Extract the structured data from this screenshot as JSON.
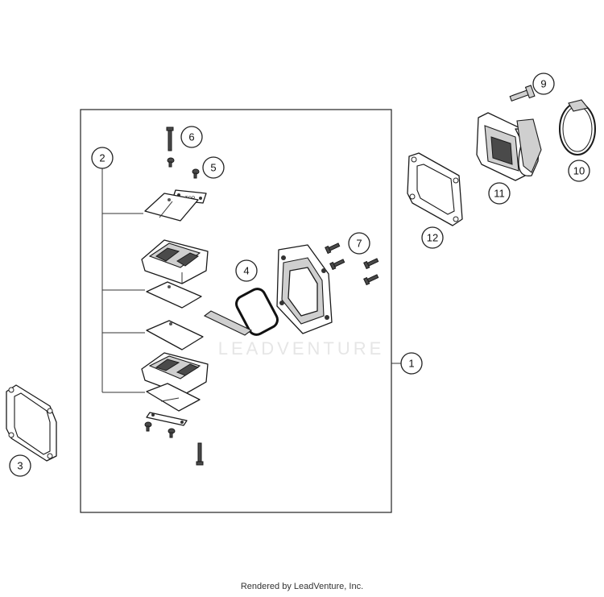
{
  "watermark": "LEADVENTURE",
  "footer": "Rendered by LeadVenture, Inc.",
  "callouts": {
    "c1": "1",
    "c2": "2",
    "c3": "3",
    "c4": "4",
    "c5": "5",
    "c6": "6",
    "c7": "7",
    "c8": "9",
    "c9": "10",
    "c10": "11",
    "c11": "12"
  },
  "plate_label": "TOP"
}
